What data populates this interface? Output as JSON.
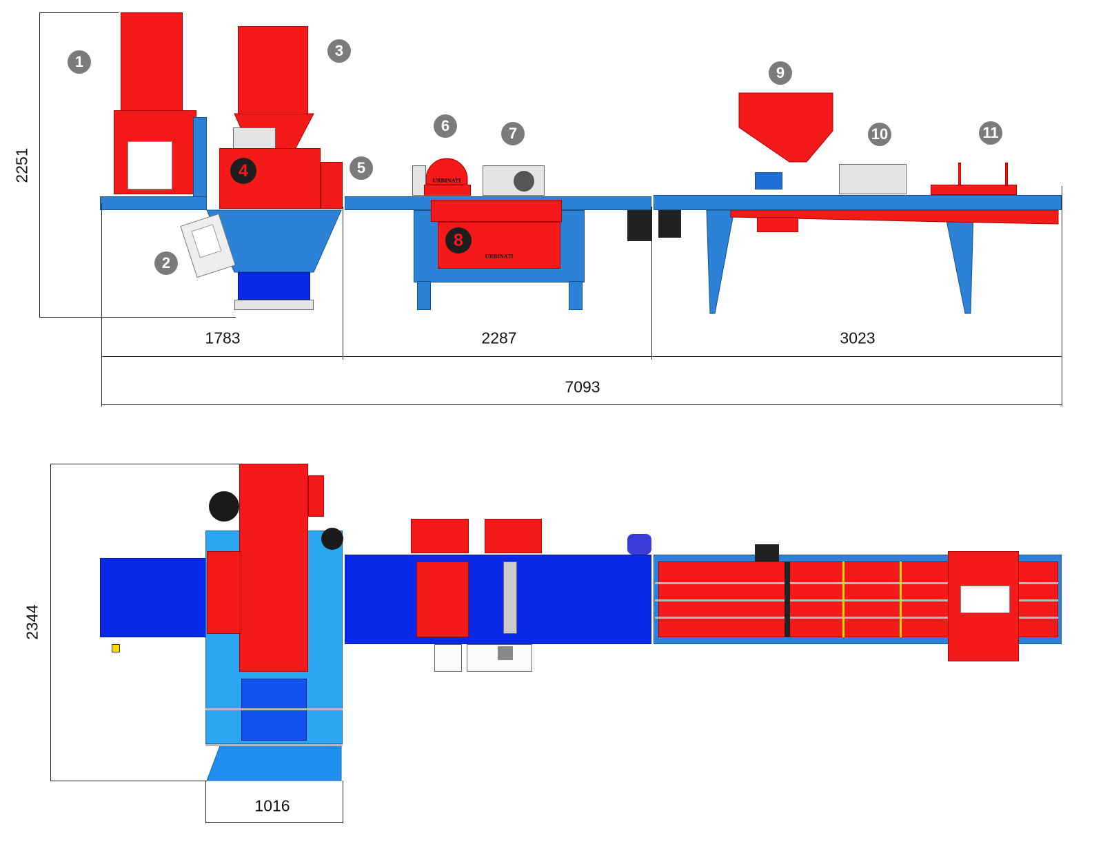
{
  "callouts": [
    "1",
    "2",
    "3",
    "4",
    "5",
    "6",
    "7",
    "8",
    "9",
    "10",
    "11"
  ],
  "side_view": {
    "height": "2251",
    "section_1": "1783",
    "section_2": "2287",
    "section_3": "3023",
    "total_length": "7093"
  },
  "top_view": {
    "width": "2344",
    "hopper_width": "1016"
  },
  "logo_text": "URBINATI",
  "colors": {
    "machine_red": "#f41a1a",
    "frame_blue": "#2b82d6",
    "belt_blue": "#0a28e8",
    "hopper_light_blue": "#2aa6f2",
    "callout_gray": "#7b7b7b"
  }
}
